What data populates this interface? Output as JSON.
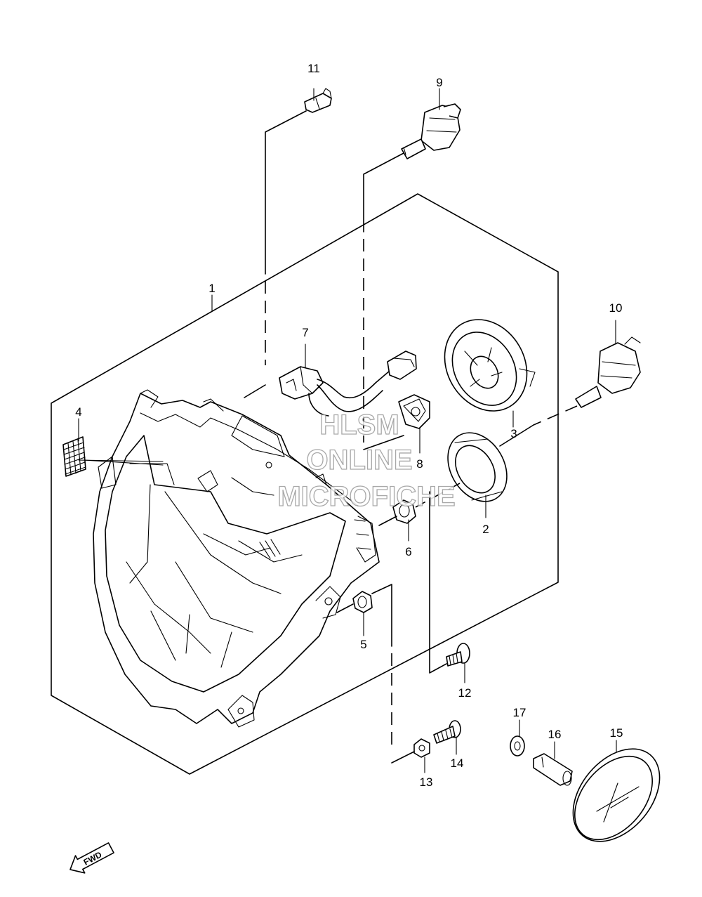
{
  "diagram": {
    "part_numbers": [
      "1",
      "2",
      "3",
      "4",
      "5",
      "6",
      "7",
      "8",
      "9",
      "10",
      "11",
      "12",
      "13",
      "14",
      "15",
      "16",
      "17"
    ],
    "watermark": {
      "line1": "HLSM",
      "line2": "ONLINE",
      "line3": "MICROFICHE"
    },
    "direction_label": "FWD"
  }
}
